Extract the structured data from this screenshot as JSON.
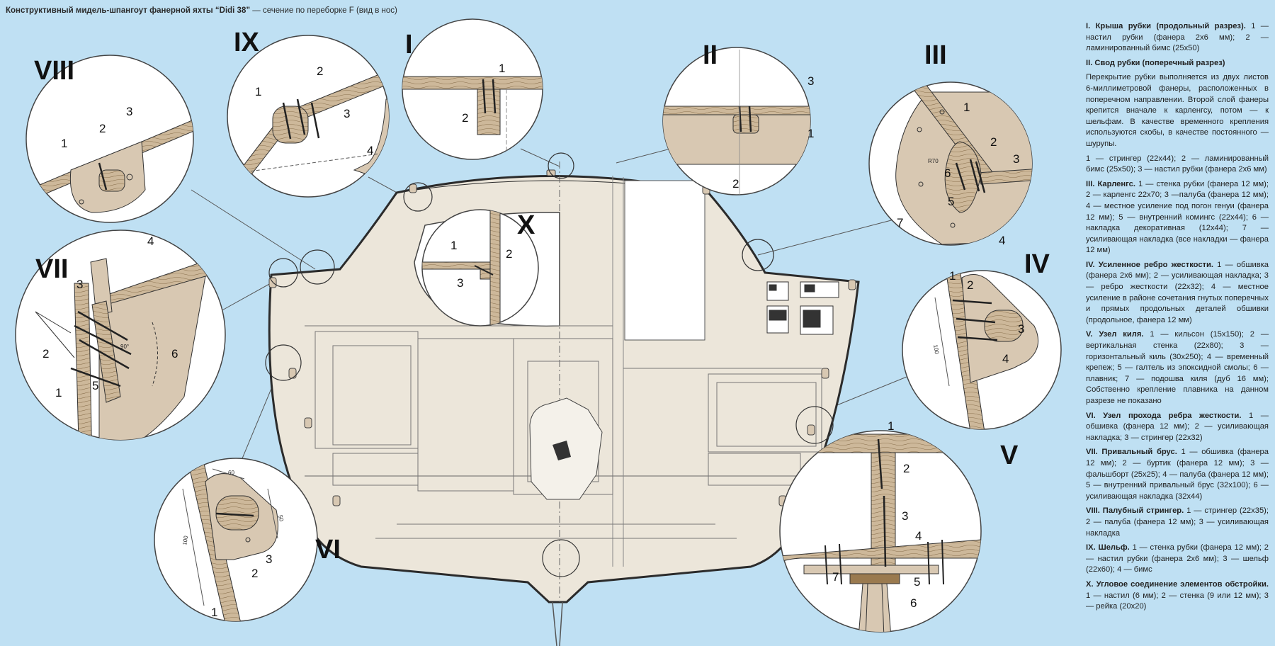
{
  "title": {
    "bold": "Конструктивный мидель-шпангоут фанерной яхты “Didi 38”",
    "rest": " — сечение по переборке F (вид в нос)"
  },
  "colors": {
    "background": "#bfe0f3",
    "plywood": "#d8c8b2",
    "timber": "#cdb89a",
    "hull_fill": "#ece6da",
    "line": "#2b2b2b"
  },
  "details": [
    {
      "numeral": "I",
      "labels": [
        "1",
        "2"
      ]
    },
    {
      "numeral": "II",
      "labels": [
        "1",
        "2",
        "3"
      ]
    },
    {
      "numeral": "III",
      "labels": [
        "1",
        "2",
        "3",
        "4",
        "5",
        "6",
        "7"
      ],
      "dims": [
        "R70"
      ]
    },
    {
      "numeral": "IV",
      "labels": [
        "1",
        "2",
        "3",
        "4"
      ],
      "dims": [
        "100"
      ]
    },
    {
      "numeral": "V",
      "labels": [
        "1",
        "2",
        "3",
        "4",
        "5",
        "6",
        "7"
      ]
    },
    {
      "numeral": "VI",
      "labels": [
        "1",
        "2",
        "3"
      ],
      "dims": [
        "60",
        "50",
        "100"
      ]
    },
    {
      "numeral": "VII",
      "labels": [
        "1",
        "2",
        "3",
        "4",
        "5",
        "6"
      ],
      "dims": [
        "90°"
      ]
    },
    {
      "numeral": "VIII",
      "labels": [
        "1",
        "2",
        "3"
      ]
    },
    {
      "numeral": "IX",
      "labels": [
        "1",
        "2",
        "3",
        "4"
      ]
    },
    {
      "numeral": "X",
      "labels": [
        "1",
        "2",
        "3"
      ]
    }
  ],
  "legend": [
    {
      "head": "I. Крыша рубки (продольный разрез).",
      "body": " 1 — настил рубки (фанера 2х6 мм); 2 — ламинированный бимс (25х50)"
    },
    {
      "head": "II. Свод рубки (поперечный разрез)",
      "body": ""
    },
    {
      "head": "",
      "body": "Перекрытие рубки выполняется из двух листов 6-миллиметровой фанеры, расположенных в поперечном направлении. Второй слой фанеры крепится вначале к карленгсу, потом — к шельфам. В качестве временного крепления используются скобы, в качестве постоянного — шурупы."
    },
    {
      "head": "",
      "body": "1 — стрингер (22х44); 2 — ламинированный бимс (25х50); 3 — настил рубки (фанера 2х6 мм)"
    },
    {
      "head": "III. Карленгс.",
      "body": " 1 — стенка рубки (фанера 12 мм); 2 — карленгс 22х70; 3 —палуба (фанера 12 мм); 4 — местное усиление под погон генуи (фанера 12 мм); 5 — внутренний комингс (22х44); 6 — накладка декоративная (12х44); 7 — усиливающая накладка (все накладки — фанера 12 мм)"
    },
    {
      "head": "IV. Усиленное ребро жесткости.",
      "body": " 1 — обшивка (фанера 2х6 мм); 2 — усиливающая накладка; 3 — ребро жесткости (22х32); 4 — местное усиление в районе сочетания гнутых поперечных и прямых продольных деталей обшивки (продольное, фанера 12 мм)"
    },
    {
      "head": "V. Узел киля.",
      "body": " 1 — кильсон (15х150); 2 — вертикальная стенка (22х80); 3 — горизонтальный киль (30х250); 4 — временный крепеж; 5 — галтель из эпоксидной смолы; 6 — плавник; 7 — подошва киля (дуб 16 мм); Собственно крепление плавника на данном разрезе не показано"
    },
    {
      "head": "VI. Узел прохода ребра жесткости.",
      "body": " 1 — обшивка (фанера 12 мм); 2 — усиливающая накладка; 3 — стрингер (22х32)"
    },
    {
      "head": "VII. Привальный брус.",
      "body": " 1 — обшивка (фанера 12 мм); 2 — буртик (фанера 12 мм); 3 — фальшборт (25х25); 4 — палуба (фанера 12 мм); 5 — внутренний привальный брус (32х100); 6 — усиливающая накладка (32х44)"
    },
    {
      "head": "VIII. Палубный стрингер.",
      "body": " 1 — стрингер (22х35); 2 — палуба (фанера 12 мм); 3 — усиливающая накладка"
    },
    {
      "head": "IX. Шельф.",
      "body": " 1 — стенка рубки (фанера 12 мм); 2 — настил рубки (фанера 2х6 мм); 3 — шельф (22х60); 4 — бимс"
    },
    {
      "head": "X. Угловое соединение элементов обстройки.",
      "body": " 1 — настил (6 мм); 2 — стенка (9 или 12 мм); 3 — рейка (20х20)"
    }
  ]
}
